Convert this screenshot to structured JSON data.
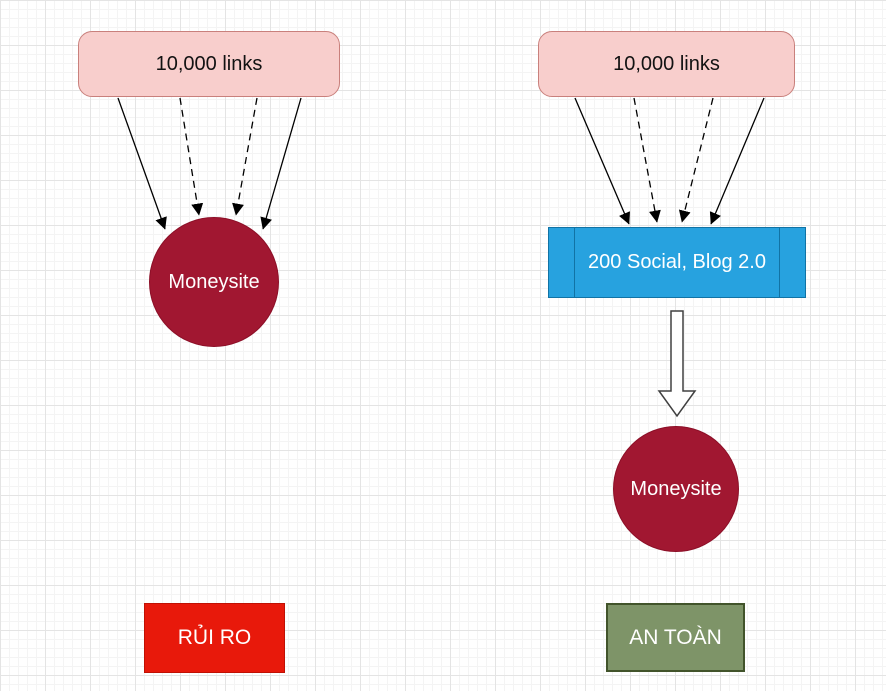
{
  "diagram": {
    "left_flow": {
      "links_box_label": "10,000 links",
      "moneysite_label": "Moneysite",
      "verdict_label": "RỦI RO"
    },
    "right_flow": {
      "links_box_label": "10,000 links",
      "buffer_box_label": "200 Social, Blog 2.0",
      "moneysite_label": "Moneysite",
      "verdict_label": "AN TOÀN"
    },
    "colors": {
      "links_box_fill": "#F8CECC",
      "links_box_stroke": "#C9807C",
      "moneysite_fill": "#A11731",
      "buffer_box_fill": "#27A2DF",
      "buffer_box_stroke": "#1173A5",
      "risk_fill": "#E8190B",
      "safe_fill": "#7E9468",
      "safe_stroke": "#42542B",
      "connector_color": "#000000",
      "hollow_arrow_fill": "#FFFFFF",
      "hollow_arrow_stroke": "#404040",
      "grid_major": "#e4e4e4",
      "grid_minor": "#f4f4f4"
    }
  }
}
